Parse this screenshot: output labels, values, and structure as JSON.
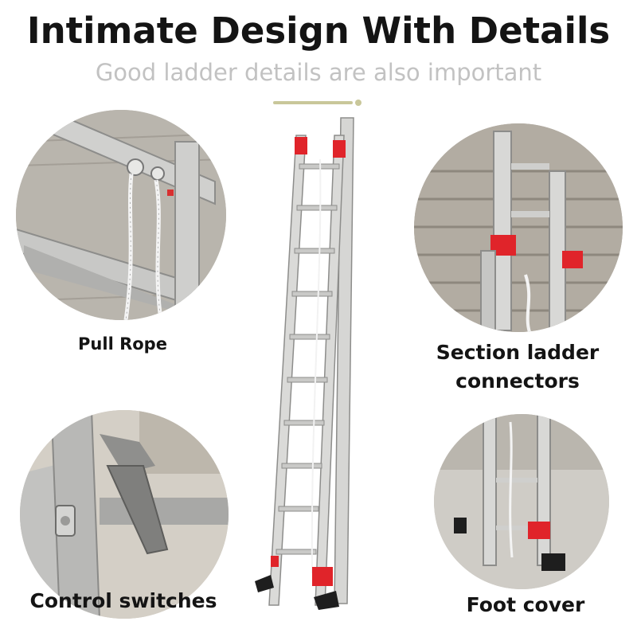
{
  "header": {
    "title": "Intimate Design With Details",
    "subtitle": "Good ladder details are also important"
  },
  "details": {
    "pull_rope": "Pull Rope",
    "section_connectors_line1": "Section ladder",
    "section_connectors_line2": "connectors",
    "control_switches": "Control switches",
    "foot_cover": "Foot cover"
  },
  "colors": {
    "title": "#141414",
    "subtitle": "#c2c2c2",
    "accent": "#c9c79a",
    "aluminum": "#c8c8c8",
    "connector_red": "#e0242a",
    "foot_black": "#1e1e1e"
  }
}
